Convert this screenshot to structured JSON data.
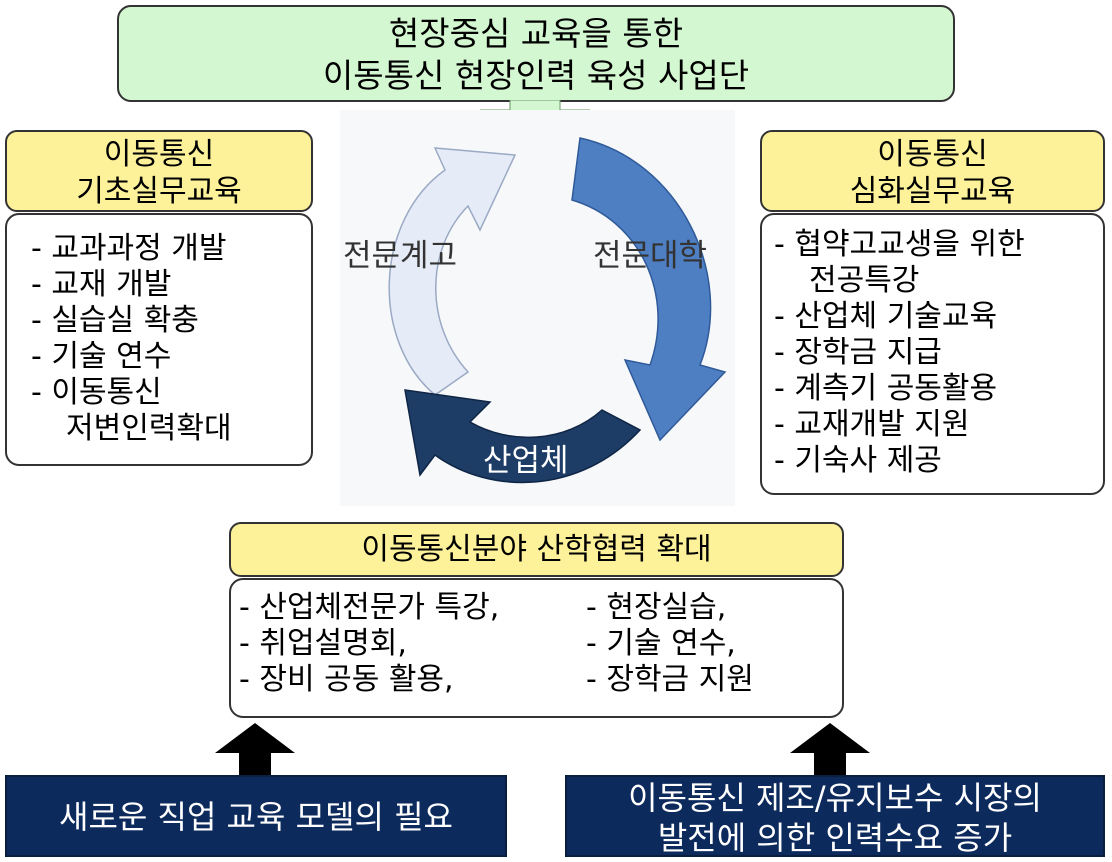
{
  "header": {
    "line1": "현장중심 교육을 통한",
    "line2": "이동통신 현장인력 육성 사업단"
  },
  "left": {
    "title_line1": "이동통신",
    "title_line2": "기초실무교육",
    "items": [
      "- 교과과정 개발",
      "- 교재 개발",
      "- 실습실 확충",
      "- 기술 연수",
      "- 이동통신",
      "저변인력확대"
    ]
  },
  "right": {
    "title_line1": "이동통신",
    "title_line2": "심화실무교육",
    "items": [
      "- 협약고교생을 위한",
      "전공특강",
      "- 산업체 기술교육",
      "- 장학금 지급",
      "- 계측기 공동활용",
      "- 교재개발 지원",
      "- 기숙사 제공"
    ]
  },
  "cycle": {
    "left_label": "전문계고",
    "right_label": "전문대학",
    "bottom_label": "산업체"
  },
  "middle": {
    "title": "이동통신분야 산학협력 확대",
    "col1": [
      "- 산업체전문가 특강,",
      "- 취업설명회,",
      "- 장비 공동 활용,"
    ],
    "col2": [
      "- 현장실습,",
      "- 기술 연수,",
      "- 장학금 지원"
    ]
  },
  "bottom": {
    "left": "새로운 직업 교육 모델의 필요",
    "right_line1": "이동통신 제조/유지보수 시장의",
    "right_line2": "발전에 의한 인력수요 증가"
  },
  "colors": {
    "header_bg": "#d3f7d0",
    "yellow_bg": "#fdf29a",
    "navy": "#0d2a5c",
    "arrow_left": "#e6ecf7",
    "arrow_right": "#4f7fc3",
    "arrow_bottom": "#1d3d66"
  }
}
